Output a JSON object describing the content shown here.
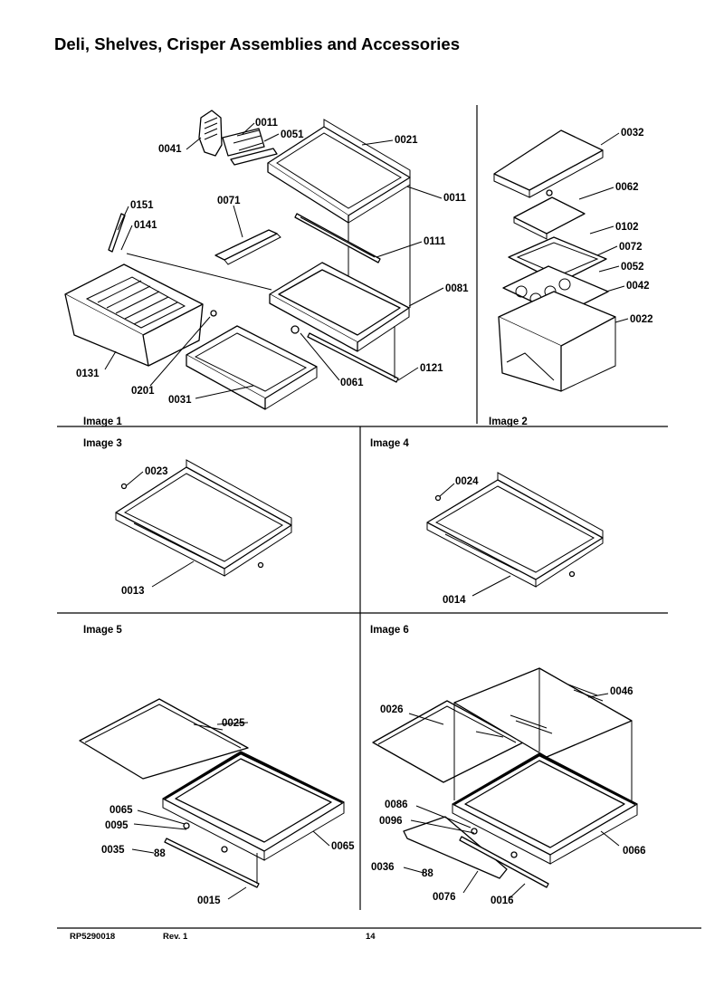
{
  "title": "Deli, Shelves, Crisper Assemblies and Accessories",
  "image_labels": {
    "image1": "Image 1",
    "image2": "Image 2",
    "image3": "Image 3",
    "image4": "Image 4",
    "image5": "Image 5",
    "image6": "Image 6"
  },
  "callouts": {
    "image1": [
      "0011",
      "0051",
      "0041",
      "0021",
      "0011",
      "0071",
      "0151",
      "0141",
      "0111",
      "0081",
      "0131",
      "0201",
      "0031",
      "0061",
      "0121"
    ],
    "image2": [
      "0032",
      "0062",
      "0102",
      "0072",
      "0052",
      "0042",
      "0022"
    ],
    "image3": [
      "0023",
      "0013"
    ],
    "image4": [
      "0024",
      "0014"
    ],
    "image5": [
      "0025",
      "0065",
      "0095",
      "0035",
      "0065",
      "0015"
    ],
    "image6": [
      "0026",
      "0046",
      "0086",
      "0096",
      "0036",
      "0076",
      "0016",
      "0066"
    ]
  },
  "footer": {
    "doc_number": "RP5290018",
    "revision": "Rev. 1",
    "page_number": "14"
  }
}
